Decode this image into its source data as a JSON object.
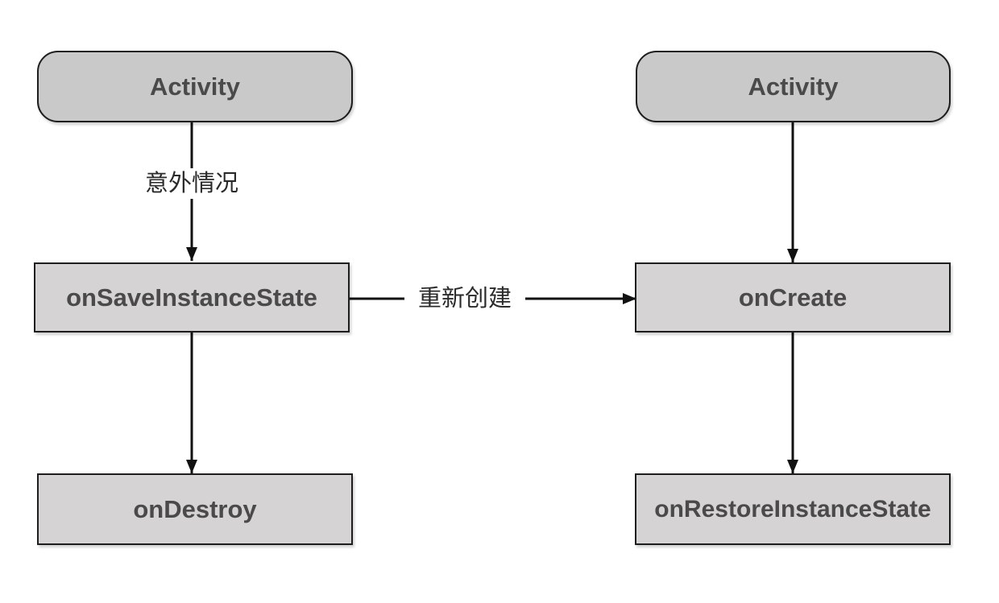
{
  "nodes": {
    "activity_left": "Activity",
    "on_save_instance_state": "onSaveInstanceState",
    "on_destroy": "onDestroy",
    "activity_right": "Activity",
    "on_create": "onCreate",
    "on_restore_instance_state": "onRestoreInstanceState"
  },
  "edges": {
    "unexpected_label": "意外情况",
    "recreate_label": "重新创建"
  }
}
